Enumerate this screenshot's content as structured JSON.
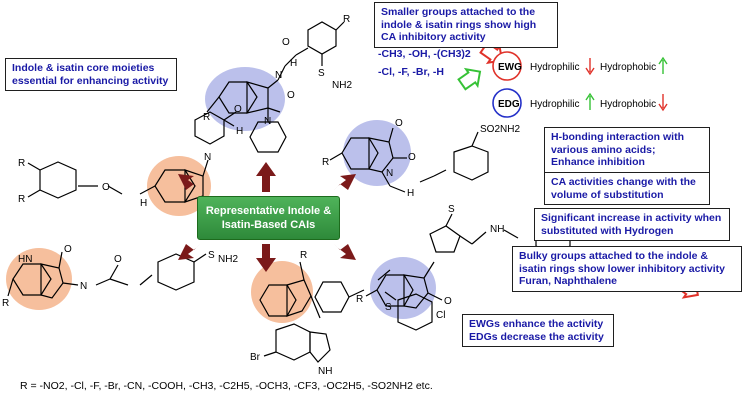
{
  "center_label": [
    "Representative Indole &",
    "Isatin-Based CAIs"
  ],
  "notes": {
    "core": [
      "Indole & isatin core moieties",
      "essential for enhancing activity"
    ],
    "smaller": [
      "Smaller groups attached to the",
      "indole & isatin rings show high",
      "CA inhibitory activity"
    ],
    "hbond": [
      "H-bonding interaction with",
      "various amino acids;",
      "Enhance inhibition"
    ],
    "volume": [
      "CA activities change with the",
      "volume of substitution"
    ],
    "hydrogen": [
      "Significant increase in activity when",
      "substituted with Hydrogen"
    ],
    "bulky": [
      "Bulky groups attached to the indole &",
      "isatin rings show lower inhibitory activity",
      "Furan, Naphthalene"
    ],
    "ewg_edg": [
      "EWGs enhance the activity",
      "EDGs decrease the activity"
    ]
  },
  "groups": {
    "line1": "-CH3, -OH, -(CH3)2",
    "line2": "-Cl, -F, -Br, -H"
  },
  "legend": {
    "ewg": "EWG",
    "edg": "EDG",
    "hydrophilic": "Hydrophilic",
    "hydrophobic": "Hydrophobic"
  },
  "atom_labels": {
    "r": "R",
    "n": "N",
    "h": "H",
    "nh": "NH",
    "hn": "HN",
    "o": "O",
    "s": "S",
    "so2nh2": "SO2NH2",
    "so2": "S",
    "nh2": "NH2",
    "br": "Br",
    "cl": "Cl"
  },
  "r_groups": "R = -NO2, -Cl, -F, -Br, -CN, -COOH, -CH3, -C2H5, -OCH3, -CF3, -OC2H5, -SO2NH2 etc.",
  "colors": {
    "note_text": "#1a1aa6",
    "center_green": "#2e8a3a",
    "arrow_brown": "#7b1a1a",
    "blue_highlight": "#aab0e6",
    "orange_highlight": "#f4b48c",
    "red": "#e0322a",
    "green": "#36c236"
  }
}
